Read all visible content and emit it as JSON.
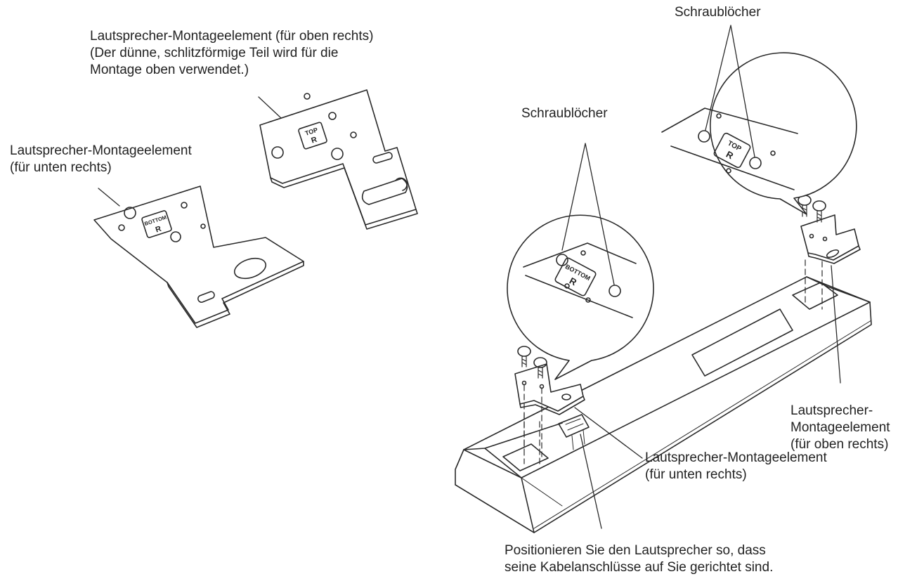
{
  "labels": {
    "top_bracket": [
      "Lautsprecher-Montageelement (für oben rechts)",
      "(Der dünne, schlitzförmige Teil wird für die",
      "Montage oben verwendet.)"
    ],
    "bottom_bracket": [
      "Lautsprecher-Montageelement",
      "(für unten rechts)"
    ],
    "screw_holes_top": "Schraublöcher",
    "screw_holes_bottom": "Schraublöcher",
    "mount_top_right": [
      "Lautsprecher-",
      "Montageelement",
      "(für oben rechts)"
    ],
    "mount_bottom_right": [
      "Lautsprecher-Montageelement",
      "(für unten rechts)"
    ],
    "position_note": [
      "Positionieren Sie den Lautsprecher so, dass",
      "seine Kabelanschlüsse auf Sie gerichtet sind."
    ]
  },
  "plates": {
    "top_mark_1": "TOP",
    "top_mark_2": "R",
    "bottom_mark_1": "BOTTOM",
    "bottom_mark_2": "R"
  }
}
